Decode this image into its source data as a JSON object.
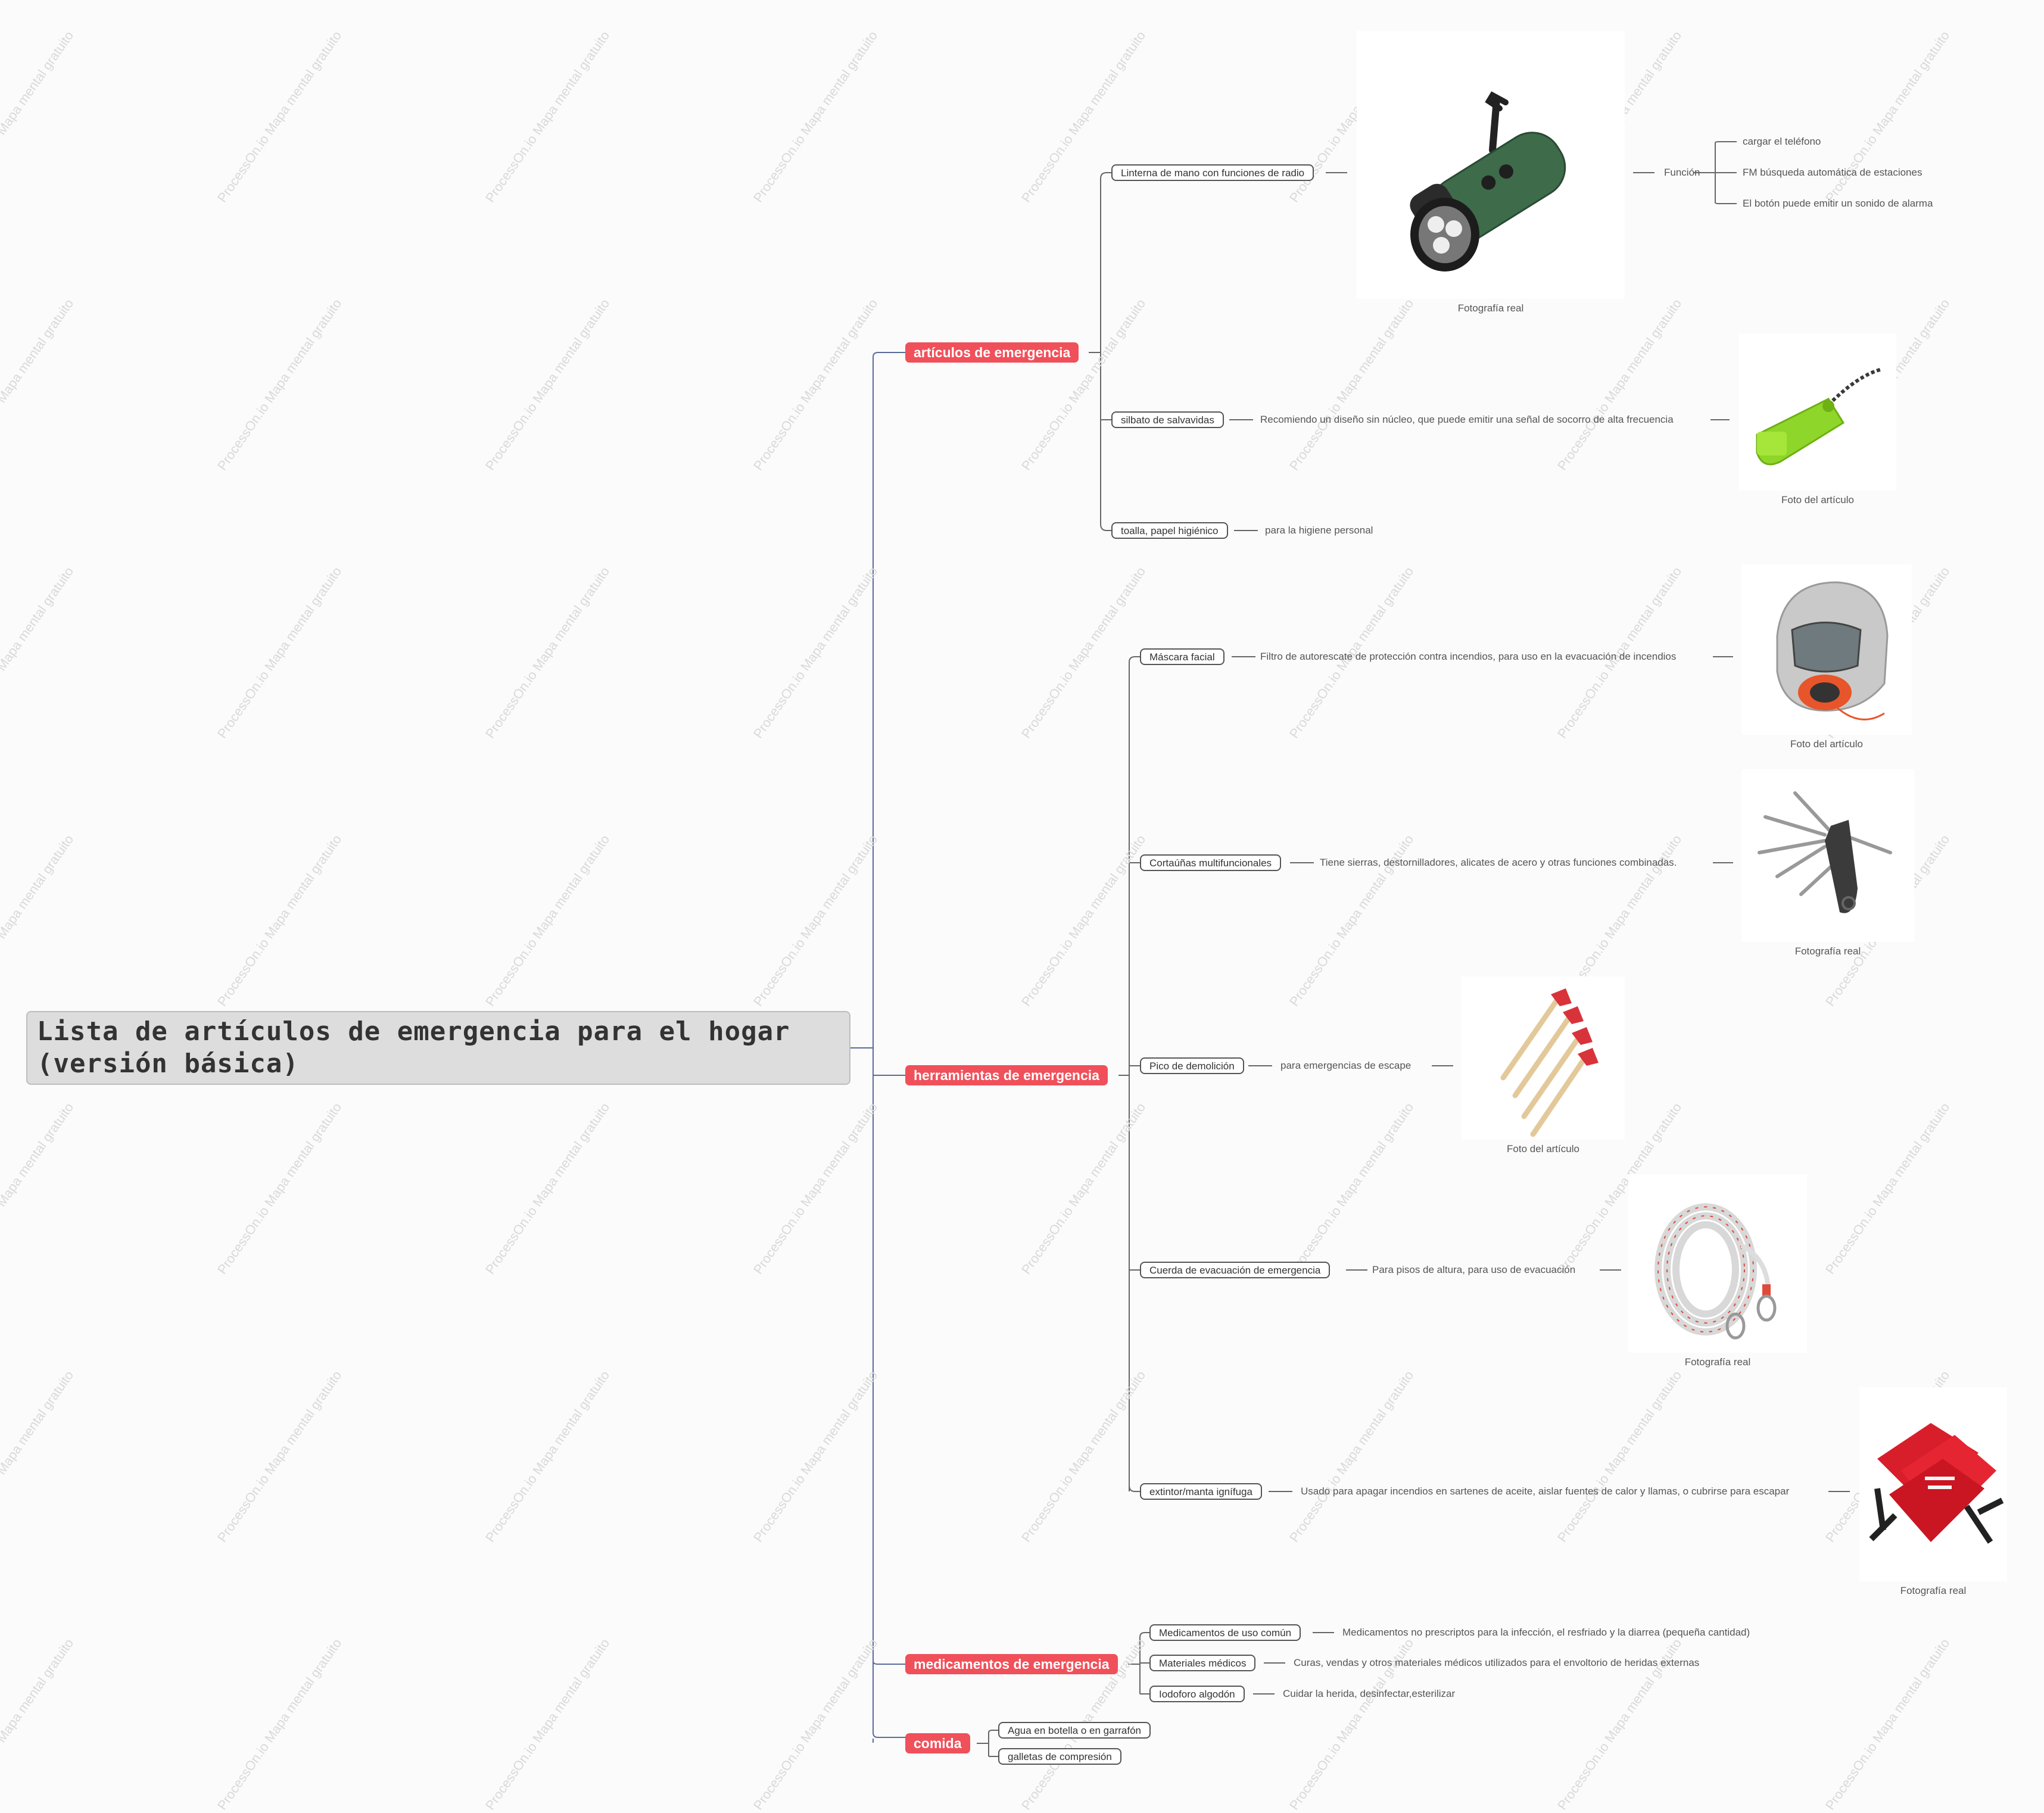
{
  "root": {
    "title": "Lista de artículos de emergencia para el hogar (versión básica)"
  },
  "watermark": "ProcessOn.io Mapa mental gratuito",
  "colors": {
    "category": "#f0505a",
    "line": "#5b6b9a",
    "root_bg": "#dddddd"
  },
  "articulos": {
    "label": "artículos de emergencia",
    "linterna": {
      "label": "Linterna de mano con funciones de radio",
      "caption": "Fotografía real",
      "image_icon": "flashlight-radio-icon",
      "funcion": {
        "label": "Función",
        "items": [
          "cargar el teléfono",
          "FM búsqueda automática de estaciones",
          "El botón puede emitir un sonido de alarma"
        ]
      }
    },
    "silbato": {
      "label": "silbato de salvavidas",
      "desc": "Recomiendo un diseño sin núcleo, que puede emitir una señal de socorro de alta frecuencia",
      "caption": "Foto del artículo",
      "image_icon": "whistle-icon"
    },
    "toalla": {
      "label": "toalla, papel higiénico",
      "desc": "para la higiene personal"
    }
  },
  "herramientas": {
    "label": "herramientas de emergencia",
    "mascara": {
      "label": "Máscara facial",
      "desc": "Filtro de autorescate de protección contra incendios, para uso en la evacuación de incendios",
      "caption": "Foto del artículo",
      "image_icon": "gas-mask-icon"
    },
    "cortaunas": {
      "label": "Cortaúñas multifuncionales",
      "desc": "Tiene sierras, destornilladores, alicates de acero y otras funciones combinadas.",
      "caption": "Fotografía real",
      "image_icon": "multitool-icon"
    },
    "pico": {
      "label": "Pico de demolición",
      "desc": "para emergencias de escape",
      "caption": "Foto del artículo",
      "image_icon": "axe-icon"
    },
    "cuerda": {
      "label": "Cuerda de evacuación de emergencia",
      "desc": "Para pisos de altura, para uso de evacuación",
      "caption": "Fotografía real",
      "image_icon": "rope-icon"
    },
    "extintor": {
      "label": "extintor/manta ignífuga",
      "desc": "Usado para apagar incendios en sartenes de aceite, aislar fuentes de calor y llamas, o cubrirse para escapar",
      "caption": "Fotografía real",
      "image_icon": "fire-blanket-icon"
    }
  },
  "medicamentos": {
    "label": "medicamentos de emergencia",
    "items": [
      {
        "label": "Medicamentos de uso común",
        "desc": "Medicamentos no prescriptos para la infección, el resfriado y la diarrea (pequeña cantidad)"
      },
      {
        "label": "Materiales médicos",
        "desc": "Curas, vendas y otros materiales médicos utilizados para el envoltorio de heridas externas"
      },
      {
        "label": "Iodoforo algodón",
        "desc": "Cuidar la herida, desinfectar,esterilizar"
      }
    ]
  },
  "comida": {
    "label": "comida",
    "items": [
      {
        "label": "Agua en botella o en garrafón"
      },
      {
        "label": "galletas de compresión"
      }
    ]
  }
}
